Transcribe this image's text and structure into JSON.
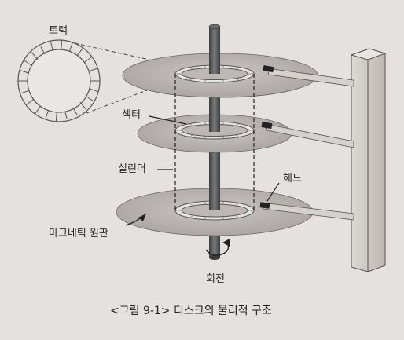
{
  "labels": {
    "track": "트랙",
    "sector": "섹터",
    "cylinder": "실린더",
    "head": "헤드",
    "platter": "마그네틱 원판",
    "rotation": "회전"
  },
  "caption": "<그림 9-1> 디스크의 물리적 구조",
  "colors": {
    "paper": "#e4e1de",
    "platter": "#bdb8b5",
    "spindle": "#555555",
    "arm_post": "#cfcac6",
    "ink": "#2a2a2a"
  }
}
